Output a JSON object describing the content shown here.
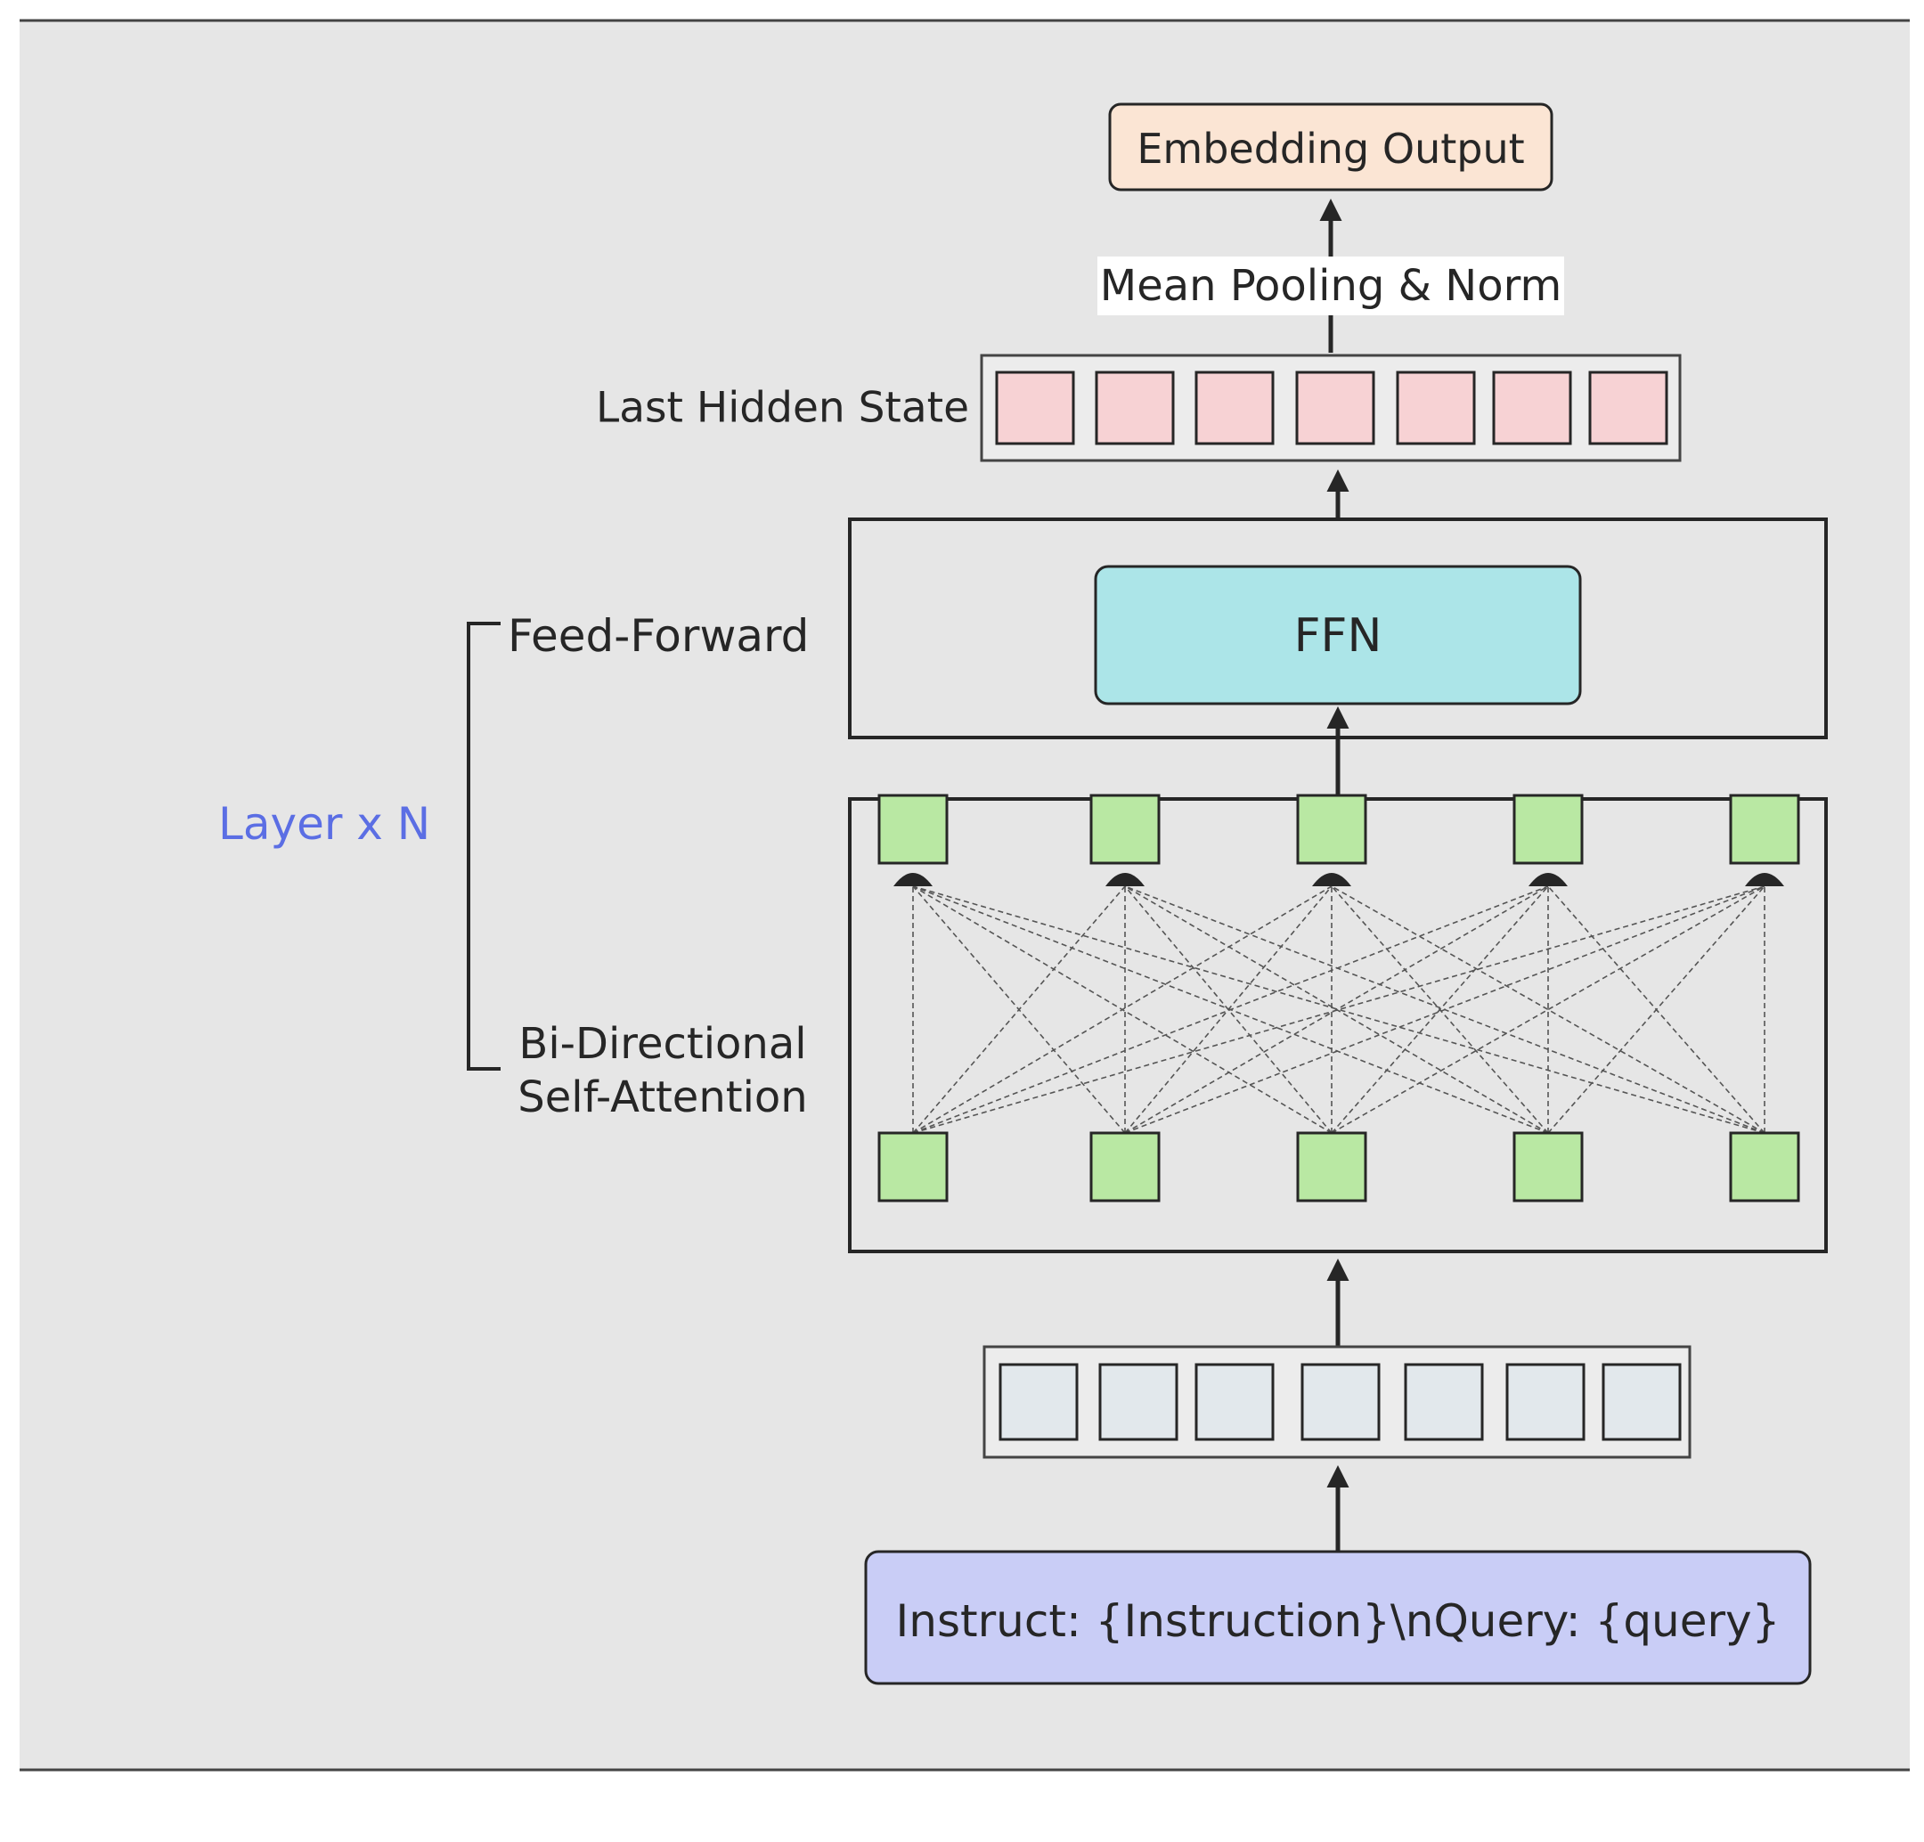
{
  "labels": {
    "embedding_output": "Embedding Output",
    "mean_pooling": "Mean Pooling & Norm",
    "last_hidden_state": "Last Hidden State",
    "feed_forward": "Feed-Forward",
    "ffn": "FFN",
    "layer_x_n": "Layer x N",
    "bi_directional_line1": "Bi-Directional",
    "bi_directional_line2": "Self-Attention",
    "input_prompt": "Instruct: {Instruction}\\nQuery: {query}"
  },
  "colors": {
    "background": "#e6e6e6",
    "embedding_output_fill": "#fbe5d4",
    "hidden_state_cell": "#f7d2d4",
    "ffn_fill": "#ace5e8",
    "attention_node": "#b9e8a3",
    "input_embedding_cell": "#e2e8ec",
    "input_prompt_fill": "#c9cdf6",
    "layer_label": "#5b6ee4",
    "stroke": "#262626"
  },
  "counts": {
    "hidden_state_cells": 7,
    "input_embedding_cells": 7,
    "attention_nodes_per_row": 5
  }
}
